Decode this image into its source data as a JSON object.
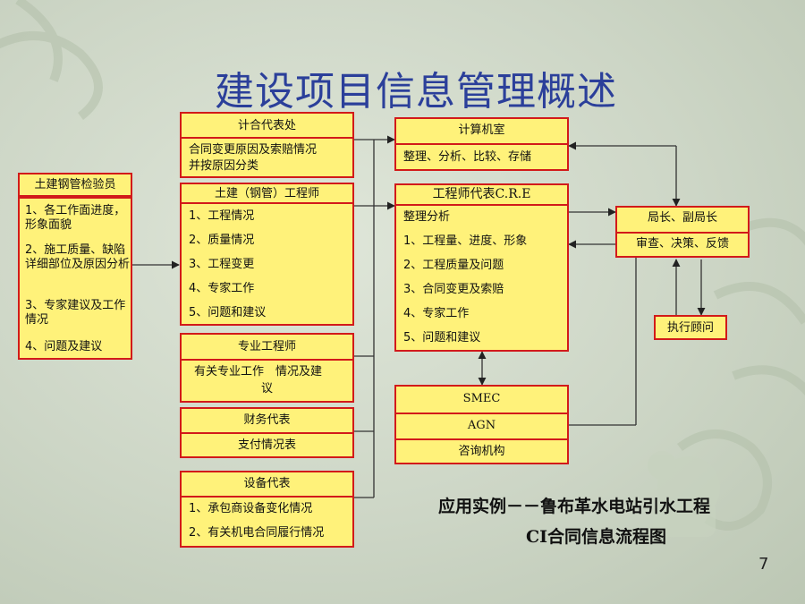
{
  "title": "建设项目信息管理概述",
  "inspector": {
    "header": "土建钢管检验员",
    "items": [
      "1、各工作面进度，形象面貌",
      "2、施工质量、缺陷详细部位及原因分析",
      "3、专家建议及工作情况",
      "4、问题及建议"
    ]
  },
  "contract_office": {
    "header": "计合代表处",
    "body_lines": [
      "合同变更原因及索赔情况",
      "并按原因分类"
    ]
  },
  "civil_engineer": {
    "header": "土建（钢管）工程师",
    "items": [
      "1、工程情况",
      "2、质量情况",
      "3、工程变更",
      "4、专家工作",
      "5、问题和建议"
    ]
  },
  "specialty_engineer": {
    "header": "专业工程师",
    "body_lines": [
      "有关专业工作　情况及建",
      "议"
    ]
  },
  "finance_rep": {
    "header": "财务代表",
    "body": "支付情况表"
  },
  "equipment_rep": {
    "header": "设备代表",
    "items": [
      "1、承包商设备变化情况",
      "2、有关机电合同履行情况"
    ]
  },
  "computer_room": {
    "header": "计算机室",
    "body": "整理、分析、比较、存储"
  },
  "engineer_rep": {
    "header": "工程师代表C.R.E",
    "subheader": "整理分析",
    "items": [
      "1、工程量、进度、形象",
      "2、工程质量及问题",
      "3、合同变更及索赔",
      "4、专家工作",
      "5、问题和建议"
    ]
  },
  "consult_group": {
    "rows": [
      "SMEC",
      "AGN",
      "咨询机构"
    ]
  },
  "director": {
    "header": "局长、副局长",
    "body": "审查、决策、反馈"
  },
  "exec_advisor": {
    "label": "执行顾问"
  },
  "caption": {
    "line1": "应用实例－－鲁布革水电站引水工程",
    "line2": "CI合同信息流程图"
  },
  "page_number": "7",
  "colors": {
    "box_fill": "#fff27a",
    "box_border": "#d21a1a",
    "title": "#2b3f9a",
    "line": "#3a3a3a"
  }
}
